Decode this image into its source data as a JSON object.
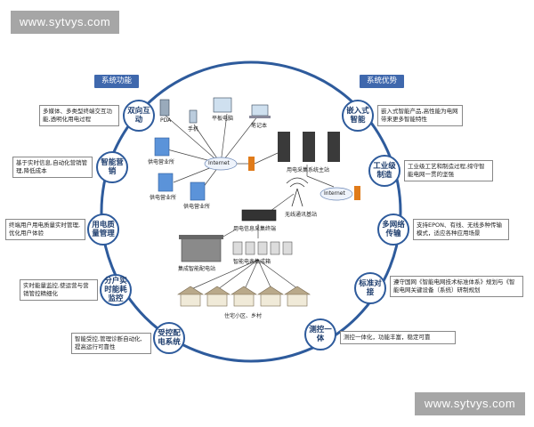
{
  "watermark": "www.sytvys.com",
  "left_header": "系统功能",
  "right_header": "系统优势",
  "left_nodes": [
    {
      "label": "双向互动",
      "desc": "多媒体、多类型终端交互功能,透明化用电过程"
    },
    {
      "label": "智能营销",
      "desc": "基于实时信息,自动化营销管理,降低成本"
    },
    {
      "label": "用电质量管理",
      "desc": "终端用户用电质量实时管理,优化用户体验"
    },
    {
      "label": "分户实时能耗监控",
      "desc": "实时能量监控,使运营与营销管控精细化"
    },
    {
      "label": "受控配电系统",
      "desc": "智能受控,管理诊断自动化,提高运行可靠性"
    }
  ],
  "right_nodes": [
    {
      "label": "嵌入式智能",
      "desc": "嵌入式智能产品,高性能为电网带来更多智能特性"
    },
    {
      "label": "工业级制造",
      "desc": "工业级工艺和制造过程,缔守智能电网一贯的坚强"
    },
    {
      "label": "多网络传输",
      "desc": "支持EPON、有线、无线多种传输模式，适应各种应用场景"
    },
    {
      "label": "标准对接",
      "desc": "遵守国网《智能电网技术标准体系》规划与《智能电网关键设备（系统）研制规划"
    },
    {
      "label": "测控一体",
      "desc": "测控一体化，功能丰富，稳定可靠"
    }
  ],
  "center_labels": {
    "pda": "PDA",
    "tablet": "平板电脑",
    "phone": "手机",
    "laptop": "笔记本",
    "internet1": "Internet",
    "internet2": "Internet",
    "office1": "供电营业所",
    "office2": "供电营业所",
    "office3": "供电营业所",
    "master_station": "用电采集系统主站",
    "wireless": "无线通讯基站",
    "terminal": "用电信息采集终端",
    "substation": "集成智能配电站",
    "meter_box": "智能电表集成箱",
    "residential": "住宅小区、乡村"
  },
  "colors": {
    "accent": "#2e5b9c",
    "header": "#3f68ad",
    "firewall": "#e07b1a"
  }
}
